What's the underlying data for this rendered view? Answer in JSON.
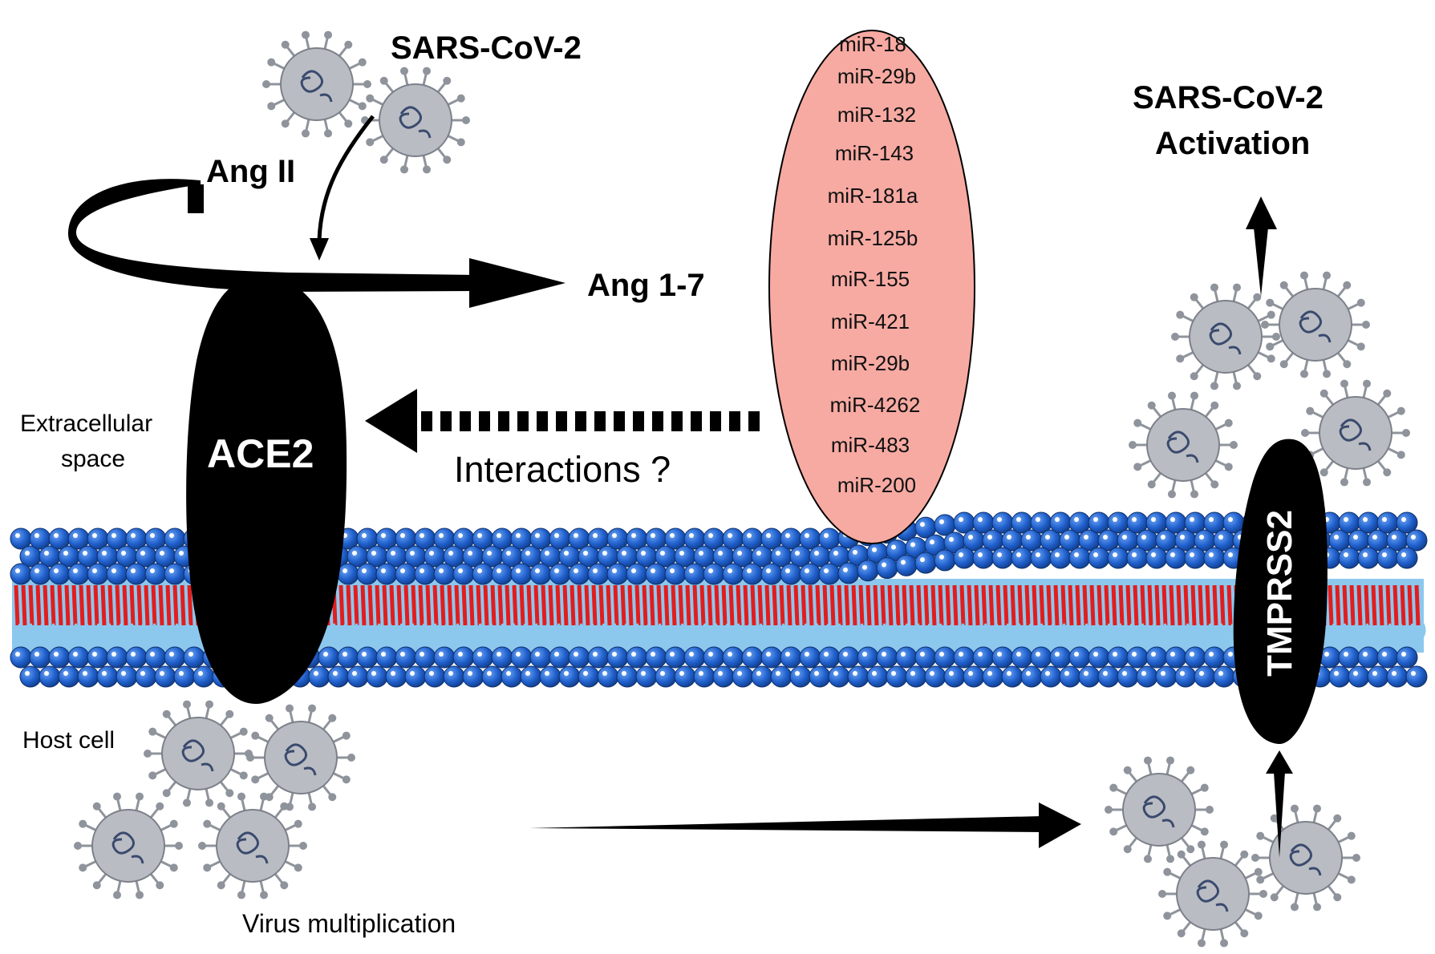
{
  "labels": {
    "sars_top": "SARS-CoV-2",
    "ang_ii": "Ang II",
    "ang_17": "Ang 1-7",
    "ace2": "ACE2",
    "extracellular": [
      "Extracellular",
      "space"
    ],
    "interactions": "Interactions ?",
    "host_cell": "Host cell",
    "virus_multiplication": "Virus multiplication",
    "sars_activation": [
      "SARS-CoV-2",
      "Activation"
    ],
    "tmprss2": "TMPRSS2"
  },
  "mirnas": [
    "miR-18",
    "miR-29b",
    "miR-132",
    "miR-143",
    "miR-181a",
    "miR-125b",
    "miR-155",
    "miR-421",
    "miR-29b",
    "miR-4262",
    "miR-483",
    "miR-200"
  ],
  "colors": {
    "head_blue": "#1f5fcc",
    "tail_red": "#e21d1d",
    "tail_lightblue": "#8cc8ee",
    "mirna_fill": "#f7aaa2",
    "virus_gray": "#b9bcc2",
    "spike_gray": "#8f949c",
    "protein_black": "#000000"
  }
}
